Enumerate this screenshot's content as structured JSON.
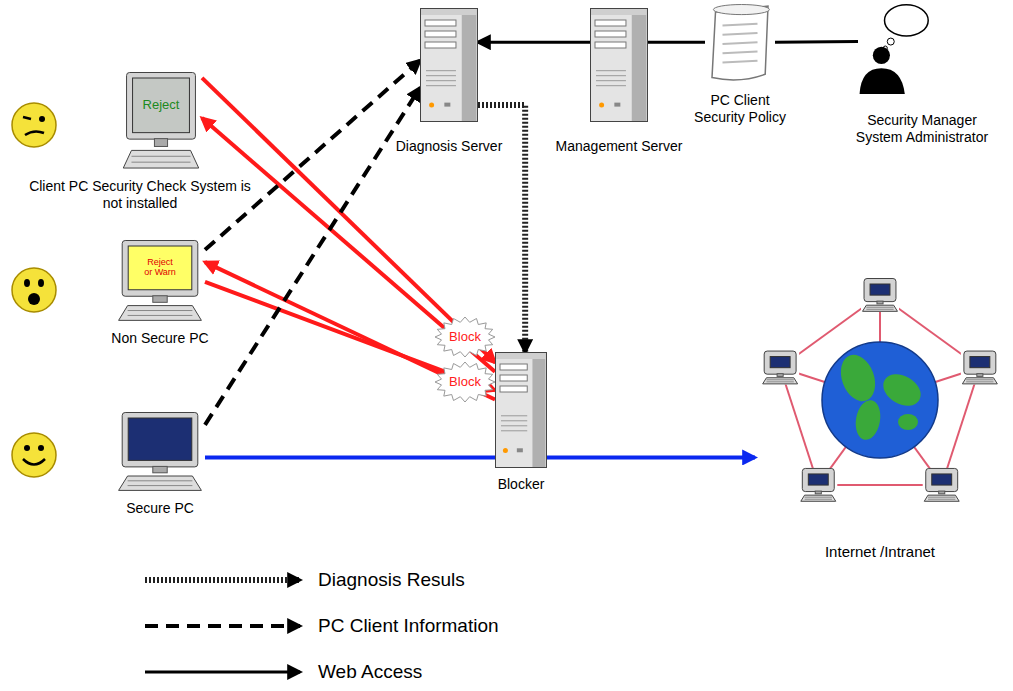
{
  "diagram": {
    "nodes": [
      {
        "text": [
          "Diagnosis Server"
        ]
      },
      {
        "text": [
          "Management Server"
        ]
      },
      {
        "text": [
          "PC Client Security Policy"
        ]
      },
      {
        "text": [
          "Security Manager System Administrator"
        ]
      },
      {
        "text": [
          "Reject",
          "Client PC Security Check System is not installed"
        ]
      },
      {
        "text": [
          "Reject or Warn",
          "Non Secure PC"
        ]
      },
      {
        "text": [
          "Secure PC"
        ]
      },
      {
        "text": [
          "Blocker"
        ]
      },
      {
        "text": [
          "Internet /Intranet"
        ]
      }
    ],
    "edges": [
      {
        "from": 3,
        "to": 2,
        "arrow": "none"
      },
      {
        "from": 2,
        "to": 1,
        "arrow": "none"
      },
      {
        "from": 1,
        "to": 0,
        "arrow": "to"
      },
      {
        "from": 0,
        "to": 7,
        "arrow": "to"
      },
      {
        "from": 4,
        "to": 7,
        "arrow": "to"
      },
      {
        "from": 7,
        "to": 4,
        "arrow": "to"
      },
      {
        "from": 5,
        "to": 7,
        "arrow": "to"
      },
      {
        "from": 7,
        "to": 5,
        "arrow": "to"
      },
      {
        "from": 5,
        "to": 0,
        "arrow": "to"
      },
      {
        "from": 6,
        "to": 0,
        "arrow": "to"
      },
      {
        "from": 6,
        "to": 8,
        "arrow": "to"
      }
    ],
    "labels": [
      "Block",
      "Block"
    ],
    "legend": [
      {
        "text": "Diagnosis Resuls"
      },
      {
        "text": "PC Client Information"
      },
      {
        "text": "Web Access"
      }
    ]
  }
}
